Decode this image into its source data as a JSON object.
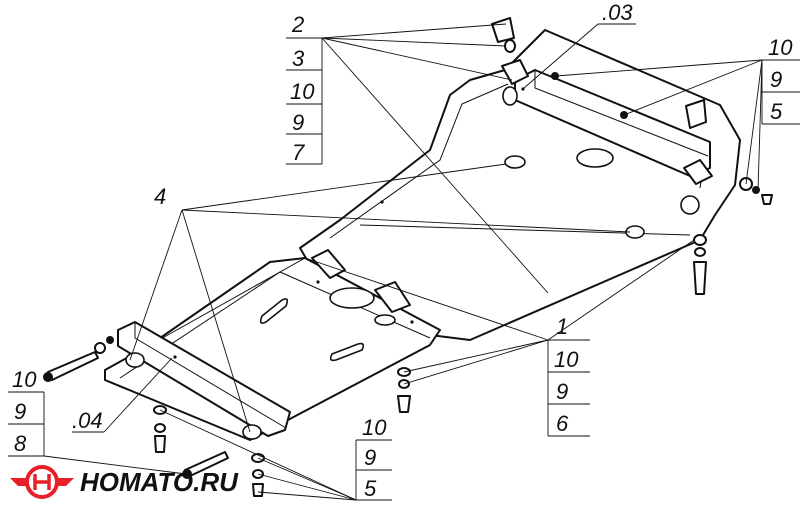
{
  "callouts": {
    "top_left": [
      "2",
      "3",
      "10",
      "9",
      "7"
    ],
    "right": [
      "10",
      "9",
      "5"
    ],
    "mid_right": [
      "1",
      "10",
      "9",
      "6"
    ],
    "bottom_center": [
      "10",
      "9",
      "5"
    ],
    "bottom_left": [
      "10",
      "9",
      "8"
    ]
  },
  "labels": {
    "plate_top": ".03",
    "plate_bottom": ".04",
    "washer_group": "4"
  },
  "logo": {
    "text": "HOMATO.RU",
    "color": "#e8202a"
  }
}
